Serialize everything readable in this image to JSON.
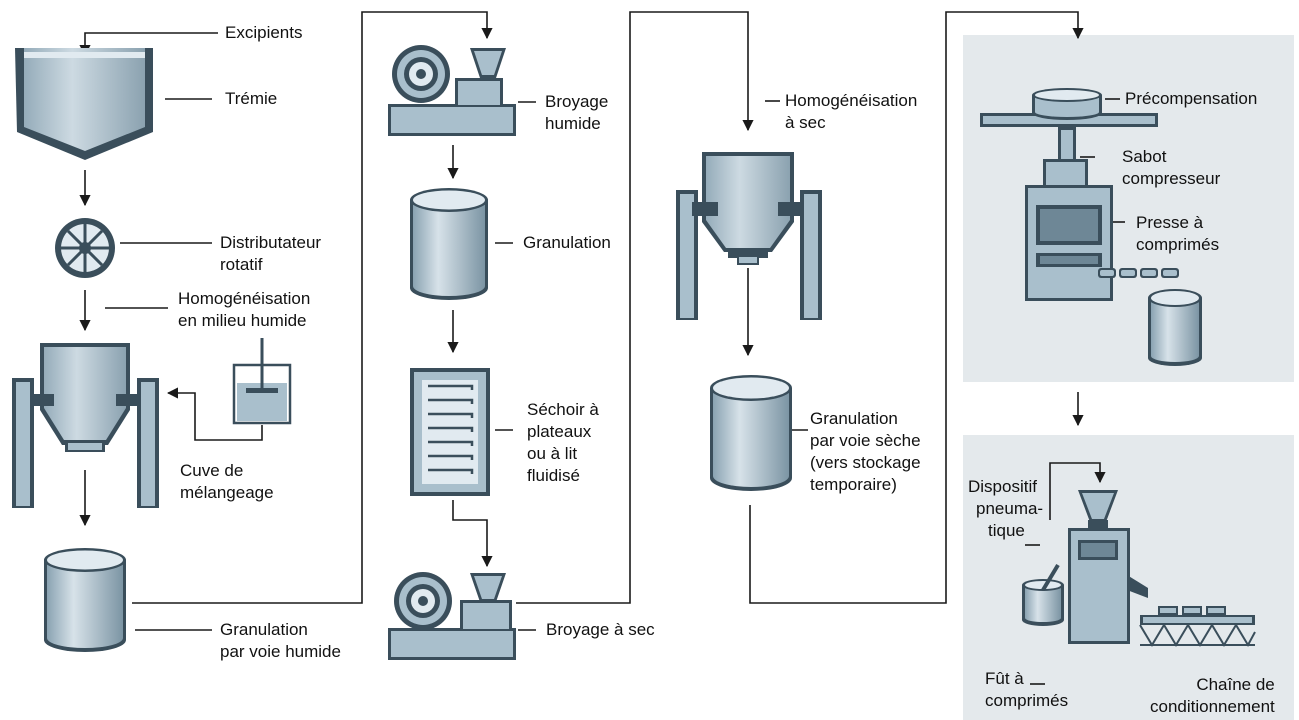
{
  "colors": {
    "equipment_fill": "#a9bfcc",
    "equipment_dark": "#3a4e5b",
    "equipment_light": "#e1eaf0",
    "panel_background": "#e4e9ec",
    "connector": "#1a1a1a"
  },
  "labels": {
    "excipients": "Excipients",
    "tremie": "Trémie",
    "distributeur_line1": "Distributateur",
    "distributeur_line2": "rotatif",
    "homog_humide_line1": "Homogénéisation",
    "homog_humide_line2": "en milieu humide",
    "cuve_line1": "Cuve de",
    "cuve_line2": "mélangeage",
    "granulation_humide_line1": "Granulation",
    "granulation_humide_line2": "par voie humide",
    "broyage_humide_line1": "Broyage",
    "broyage_humide_line2": "humide",
    "granulation": "Granulation",
    "sechoir_line1": "Séchoir à",
    "sechoir_line2": "plateaux",
    "sechoir_line3": "ou à lit",
    "sechoir_line4": "fluidisé",
    "broyage_sec": "Broyage à sec",
    "homog_sec_line1": "Homogénéisation",
    "homog_sec_line2": "à sec",
    "granulation_seche_line1": "Granulation",
    "granulation_seche_line2": "par voie sèche",
    "granulation_seche_line3": "(vers stockage",
    "granulation_seche_line4": "temporaire)",
    "precompensation": "Précompensation",
    "sabot_line1": "Sabot",
    "sabot_line2": "compresseur",
    "presse_line1": "Presse à",
    "presse_line2": "comprimés",
    "dispositif_line1": "Dispositif",
    "dispositif_line2": "pneuma-",
    "dispositif_line3": "tique",
    "fut_line1": "Fût à",
    "fut_line2": "comprimés",
    "chaine_line1": "Chaîne de",
    "chaine_line2": "conditionnement"
  }
}
